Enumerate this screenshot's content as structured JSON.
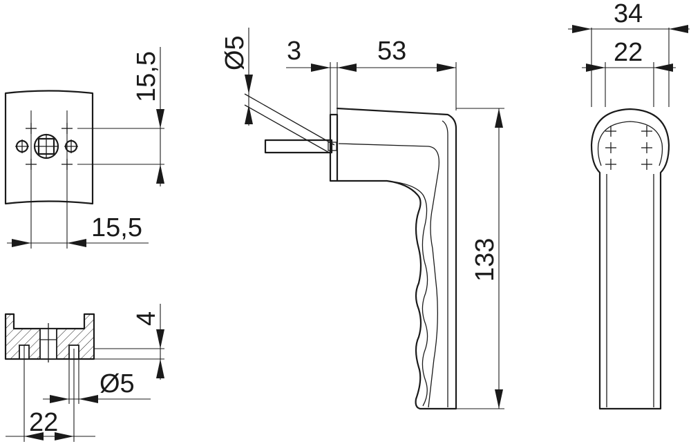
{
  "dimensions": {
    "plate_top_offset": "15,5",
    "plate_side_offset": "15,5",
    "section_depth": "4",
    "section_hole_dia": "Ø5",
    "section_hole_spacing": "22",
    "pin_dia": "Ø5",
    "gap": "3",
    "lever_projection": "53",
    "lever_length": "133",
    "rose_width": "34",
    "rose_inner": "22"
  }
}
